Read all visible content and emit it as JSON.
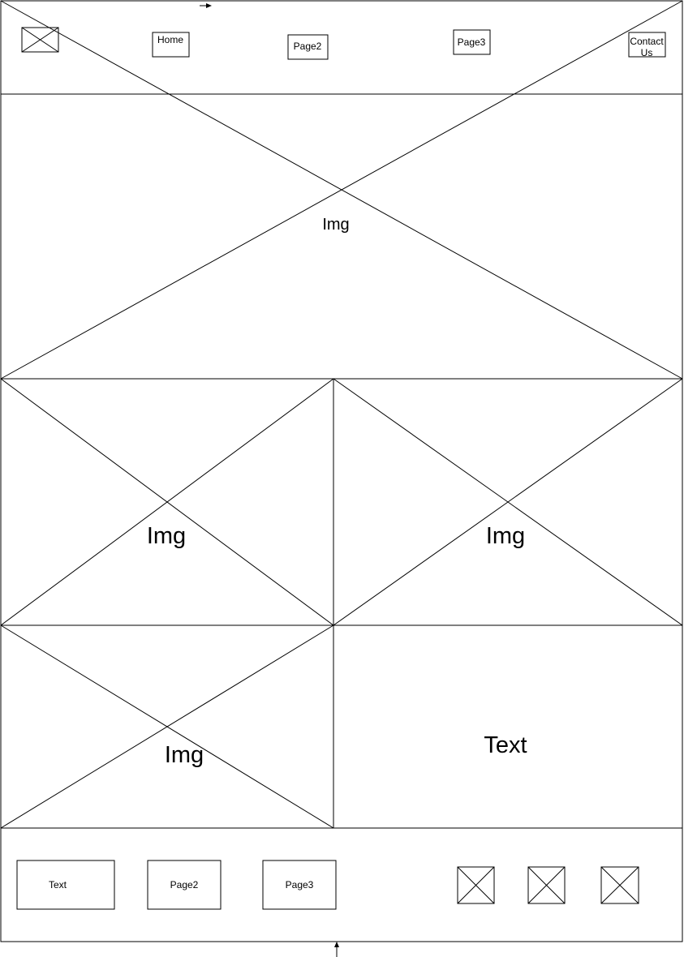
{
  "header": {
    "nav": [
      {
        "label": "Home"
      },
      {
        "label": "Page2"
      },
      {
        "label": "Page3"
      },
      {
        "label_line1": "Contact",
        "label_line2": "Us"
      }
    ]
  },
  "hero": {
    "label": "Img"
  },
  "grid": {
    "top_left": {
      "label": "Img"
    },
    "top_right": {
      "label": "Img"
    },
    "bottom_left": {
      "label": "Img"
    },
    "bottom_right": {
      "label": "Text"
    }
  },
  "footer": {
    "links": [
      {
        "label": "Text"
      },
      {
        "label": "Page2"
      },
      {
        "label": "Page3"
      }
    ],
    "icons": [
      "social-icon-1",
      "social-icon-2",
      "social-icon-3"
    ]
  }
}
